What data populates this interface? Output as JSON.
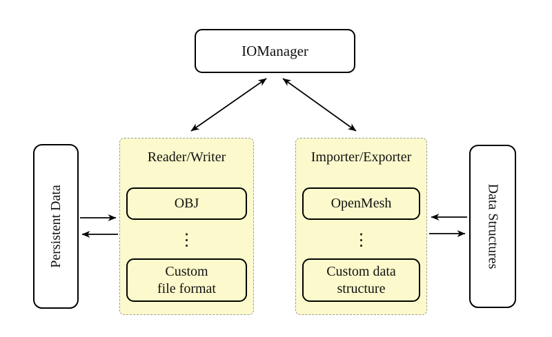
{
  "colors": {
    "panel_fill": "#FCFACC",
    "panel_dashed_border": "#9B9B9B",
    "box_border": "#000000",
    "background": "#FFFFFF"
  },
  "io_manager": {
    "label": "IOManager"
  },
  "persistent_data": {
    "label": "Persistent Data"
  },
  "data_structures": {
    "label": "Data Structures"
  },
  "reader_writer": {
    "title": "Reader/Writer",
    "top_item": "OBJ",
    "ellipsis": "⋮",
    "bottom_item": "Custom\nfile format"
  },
  "importer_exporter": {
    "title": "Importer/Exporter",
    "top_item": "OpenMesh",
    "ellipsis": "⋮",
    "bottom_item": "Custom data\nstructure"
  }
}
